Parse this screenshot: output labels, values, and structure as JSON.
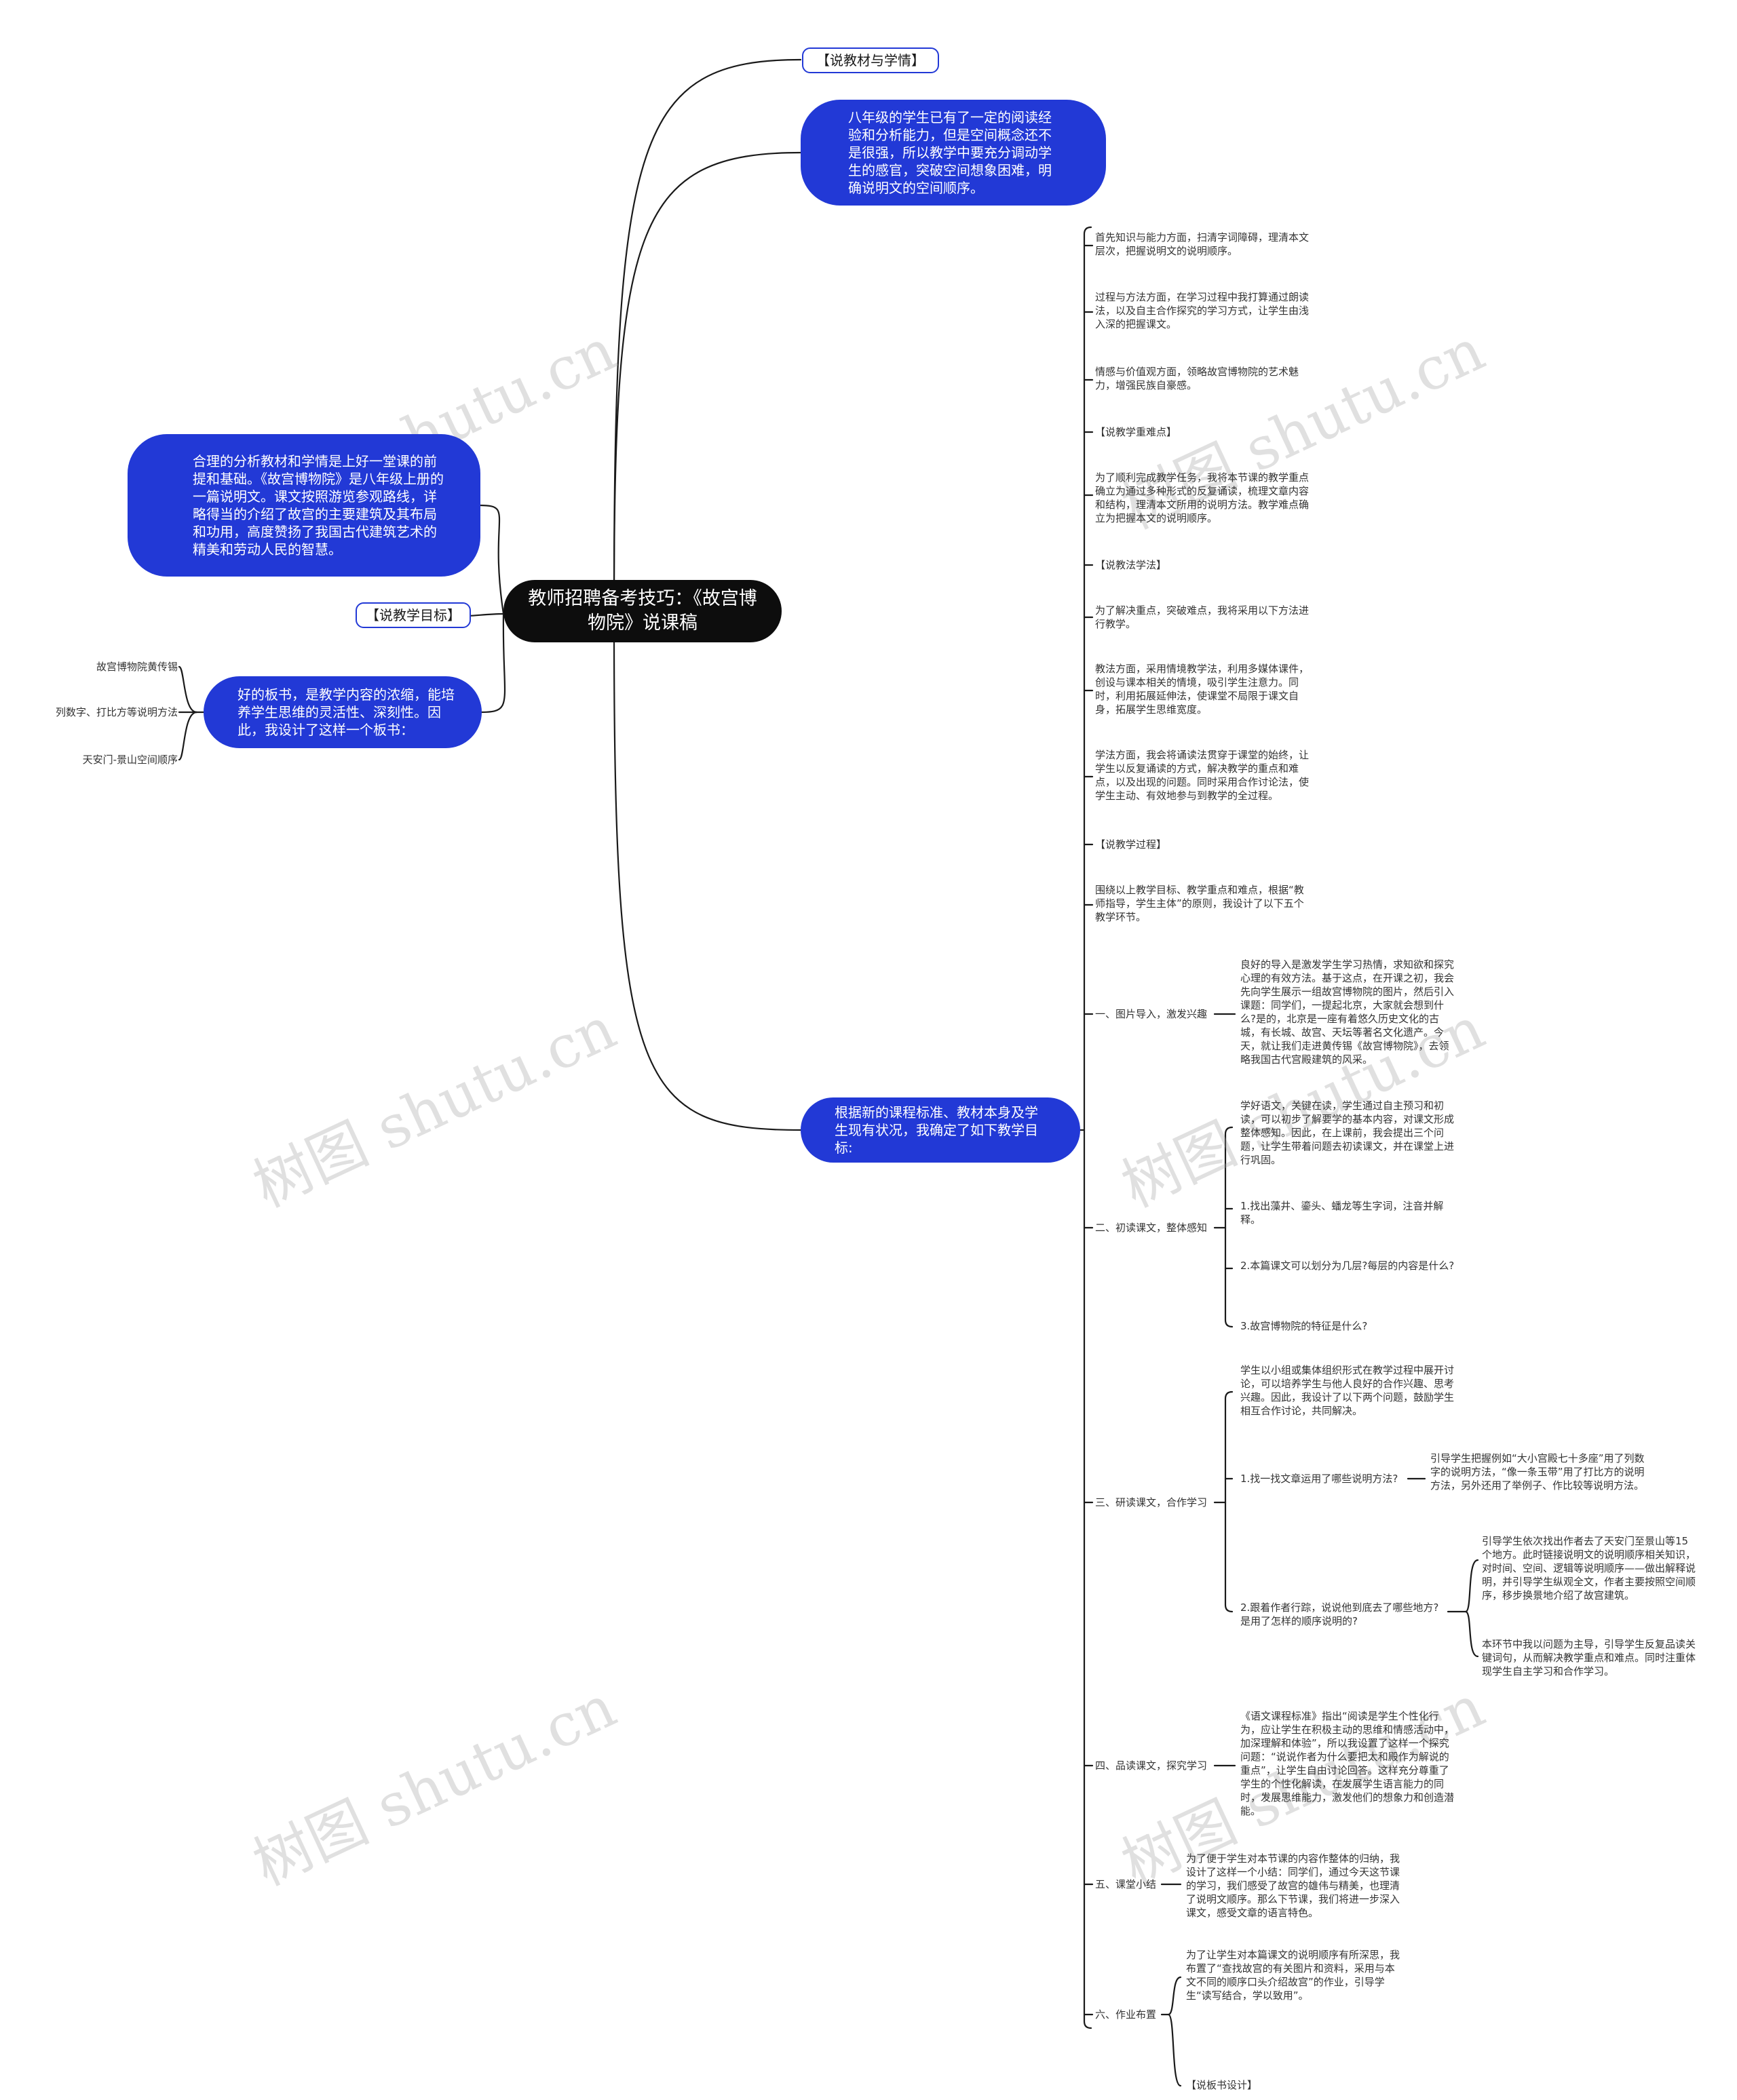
{
  "root": "教师招聘备考技巧：《故宫博物院》说课稿",
  "left": {
    "analysis": "合理的分析教材和学情是上好一堂课的前提和基础。《故宫博物院》是八年级上册的一篇说明文。课文按照游览参观路线，详略得当的介绍了故宫的主要建筑及其布局和功用，高度赞扬了我国古代建筑艺术的精美和劳动人民的智慧。",
    "goal_tag": "【说教学目标】",
    "board": "好的板书，是教学内容的浓缩，能培养学生思维的灵活性、深刻性。因此，我设计了这样一个板书：",
    "board_items": [
      "故宫博物院黄传锡",
      "列数字、打比方等说明方法",
      "天安门-景山空间顺序"
    ]
  },
  "top": {
    "tag": "【说教材与学情】",
    "students": "八年级的学生已有了一定的阅读经验和分析能力，但是空间概念还不是很强，所以教学中要充分调动学生的感官，突破空间想象困难，明确说明文的空间顺序。"
  },
  "main": {
    "bubble": "根据新的课程标准、教材本身及学生现有状况，我确定了如下教学目标:",
    "items": [
      "首先知识与能力方面，扫清字词障碍，理清本文层次，把握说明文的说明顺序。",
      "过程与方法方面，在学习过程中我打算通过朗读法，以及自主合作探究的学习方式，让学生由浅入深的把握课文。",
      "情感与价值观方面，领略故宫博物院的艺术魅力，增强民族自豪感。",
      "【说教学重难点】",
      "为了顺利完成教学任务，我将本节课的教学重点确立为通过多种形式的反复诵读，梳理文章内容和结构，理清本文所用的说明方法。教学难点确立为把握本文的说明顺序。",
      "【说教法学法】",
      "为了解决重点，突破难点，我将采用以下方法进行教学。",
      "教法方面，采用情境教学法，利用多媒体课件，创设与课本相关的情境，吸引学生注意力。同时，利用拓展延伸法，使课堂不局限于课文自身，拓展学生思维宽度。",
      "学法方面，我会将诵读法贯穿于课堂的始终，让学生以反复诵读的方式，解决教学的重点和难点，以及出现的问题。同时采用合作讨论法，使学生主动、有效地参与到教学的全过程。",
      "【说教学过程】",
      "围绕以上教学目标、教学重点和难点，根据“教师指导，学生主体”的原则，我设计了以下五个教学环节。"
    ],
    "steps": [
      {
        "label": "一、图片导入，激发兴趣",
        "children": [
          "良好的导入是激发学生学习热情，求知欲和探究心理的有效方法。基于这点，在开课之初，我会先向学生展示一组故宫博物院的图片，然后引入课题：同学们，一提起北京，大家就会想到什么?是的，北京是一座有着悠久历史文化的古城，有长城、故宫、天坛等著名文化遗产。今天，就让我们走进黄传锡《故宫博物院》，去领略我国古代宫殿建筑的风采。"
        ]
      },
      {
        "label": "二、初读课文，整体感知",
        "children": [
          "学好语文，关键在读，学生通过自主预习和初读，可以初步了解要学的基本内容，对课文形成整体感知。因此，在上课前，我会提出三个问题，让学生带着问题去初读课文，并在课堂上进行巩固。",
          "1.找出藻井、鎏头、蟠龙等生字词，注音并解释。",
          "2.本篇课文可以划分为几层?每层的内容是什么?",
          "3.故宫博物院的特征是什么?"
        ]
      },
      {
        "label": "三、研读课文，合作学习",
        "intro": "学生以小组或集体组织形式在教学过程中展开讨论，可以培养学生与他人良好的合作兴趣、思考兴趣。因此，我设计了以下两个问题，鼓励学生相互合作讨论，共同解决。",
        "q1": "1.找一找文章运用了哪些说明方法?",
        "q1_ans": "引导学生把握例如“大小宫殿七十多座”用了列数字的说明方法，“像一条玉带”用了打比方的说明方法，另外还用了举例子、作比较等说明方法。",
        "q2": "2.跟着作者行踪，说说他到底去了哪些地方?是用了怎样的顺序说明的?",
        "q2_ans": [
          "引导学生依次找出作者去了天安门至景山等15个地方。此时链接说明文的说明顺序相关知识，对时间、空间、逻辑等说明顺序——做出解释说明，并引导学生纵观全文，作者主要按照空间顺序，移步换景地介绍了故宫建筑。",
          "本环节中我以问题为主导，引导学生反复品读关键词句，从而解决教学重点和难点。同时注重体现学生自主学习和合作学习。"
        ]
      },
      {
        "label": "四、品读课文，探究学习",
        "children": [
          "《语文课程标准》指出“阅读是学生个性化行为，应让学生在积极主动的思维和情感活动中，加深理解和体验”，所以我设置了这样一个探究问题：“说说作者为什么要把太和殿作为解说的重点”，让学生自由讨论回答。这样充分尊重了学生的个性化解读，在发展学生语言能力的同时，发展思维能力，激发他们的想象力和创造潜能。"
        ]
      },
      {
        "label": "五、课堂小结",
        "children": [
          "为了便于学生对本节课的内容作整体的归纳，我设计了这样一个小结：同学们，通过今天这节课的学习，我们感受了故宫的雄伟与精美，也理清了说明文顺序。那么下节课，我们将进一步深入课文，感受文章的语言特色。"
        ]
      },
      {
        "label": "六、作业布置",
        "children": [
          "为了让学生对本篇课文的说明顺序有所深思，我布置了“查找故宫的有关图片和资料，采用与本文不同的顺序口头介绍故宫”的作业，引导学生“读写结合，学以致用”。",
          "【说板书设计】"
        ]
      }
    ]
  },
  "watermark": "树图 shutu.cn"
}
